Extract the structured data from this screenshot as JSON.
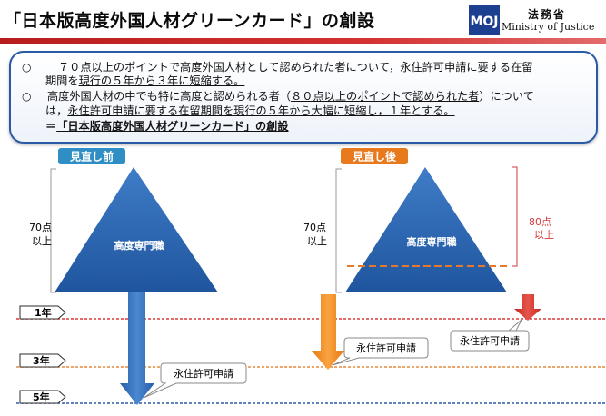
{
  "header": {
    "title": "「日本版高度外国人材グリーンカード」の創設",
    "ministry_jp": "法務省",
    "ministry_en": "Ministry of Justice",
    "logo_text": "MOJ"
  },
  "panel": {
    "bullet1_mark": "○",
    "bullet1_line1": "７０点以上のポイントで高度外国人材として認められた者について，永住許可申請に要する在留",
    "bullet1_line2_pre": "期間を",
    "bullet1_line2_ul": "現行の５年から３年に短縮する。",
    "bullet2_mark": "○",
    "bullet2_line1_pre": "高度外国人材の中でも特に高度と認められる者（",
    "bullet2_line1_ul": "８０点以上のポイントで認められた者",
    "bullet2_line1_post": "）につい",
    "bullet2_line1_end": "て",
    "bullet2_line2_pre": "は，",
    "bullet2_line2_ul": "永住許可申請に要する在留期間を現行の５年から大幅に短縮し，１年とする。",
    "bullet3_pre": "＝",
    "bullet3_ul": "「日本版高度外国人材グリーンカード」の創設"
  },
  "diagram": {
    "before_label": "見直し前",
    "after_label": "見直し後",
    "pyramid_label": "高度専門職",
    "left_70": "70点",
    "left_70_sub": "以上",
    "right_70": "70点",
    "right_70_sub": "以上",
    "right_80": "80点",
    "right_80_sub": "以上",
    "year_1": "1年",
    "year_3": "3年",
    "year_5": "5年",
    "callout": "永住許可申請",
    "colors": {
      "before_tag": "#2f8fc4",
      "after_tag": "#e9791d",
      "pyramid": "#2b65b0",
      "arrow_blue": "#2f69b7",
      "arrow_orange": "#f08a1c",
      "arrow_red": "#d8312a",
      "line_1yr": "#d83a3a",
      "line_3yr": "#e88a3a",
      "line_5yr": "#2a5aa6"
    }
  }
}
